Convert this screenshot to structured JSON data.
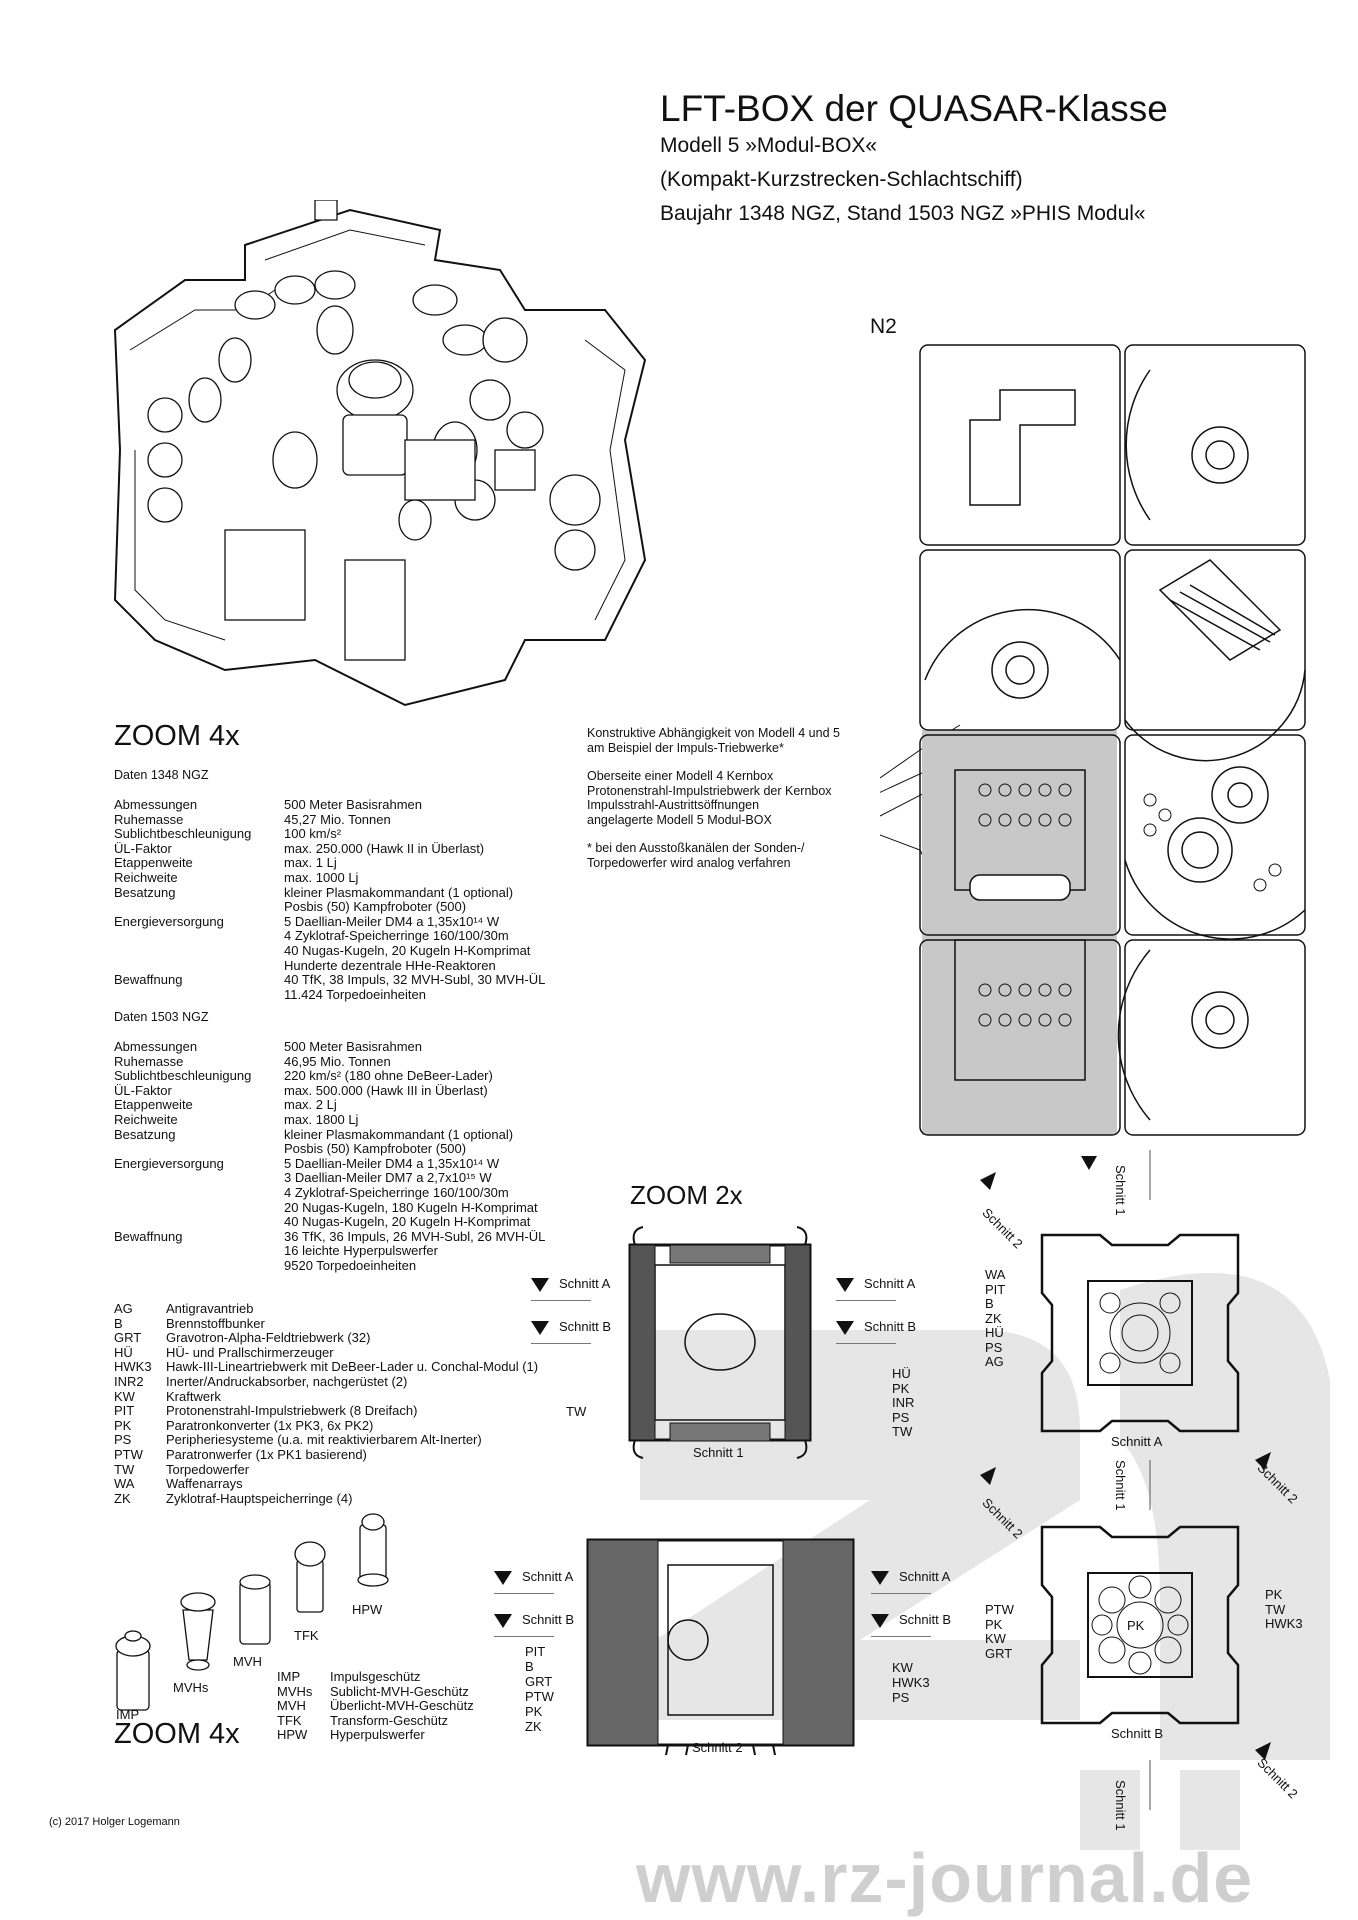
{
  "header": {
    "title": "LFT-BOX der QUASAR-Klasse",
    "subtitle_lines": [
      "Modell 5 »Modul-BOX«",
      "(Kompakt-Kurzstrecken-Schlachtschiff)",
      "Baujahr 1348 NGZ, Stand 1503 NGZ »PHIS Modul«"
    ]
  },
  "zoom_labels": {
    "iso": "ZOOM 4x",
    "weapons": "ZOOM 4x",
    "sections": "ZOOM 2x"
  },
  "plan_label": "N2",
  "data_1348": {
    "heading": "Daten 1348 NGZ",
    "rows": [
      {
        "label": "Abmessungen",
        "value": "500 Meter Basisrahmen"
      },
      {
        "label": "Ruhemasse",
        "value": "45,27 Mio. Tonnen"
      },
      {
        "label": "Sublichtbeschleunigung",
        "value": "100 km/s²"
      },
      {
        "label": "ÜL-Faktor",
        "value": "max. 250.000 (Hawk II in Überlast)"
      },
      {
        "label": "Etappenweite",
        "value": "max. 1 Lj"
      },
      {
        "label": "Reichweite",
        "value": "max. 1000 Lj"
      },
      {
        "label": "Besatzung",
        "value": "kleiner Plasmakommandant (1 optional)"
      },
      {
        "label": "",
        "value": "Posbis (50) Kampfroboter (500)"
      },
      {
        "label": "Energieversorgung",
        "value": "5 Daellian-Meiler DM4 a 1,35x10¹⁴ W"
      },
      {
        "label": "",
        "value": "4 Zyklotraf-Speicherringe 160/100/30m"
      },
      {
        "label": "",
        "value": "40 Nugas-Kugeln, 20 Kugeln H-Komprimat"
      },
      {
        "label": "",
        "value": "Hunderte dezentrale HHe-Reaktoren"
      },
      {
        "label": "Bewaffnung",
        "value": "40 TfK, 38 Impuls, 32 MVH-Subl, 30 MVH-ÜL"
      },
      {
        "label": "",
        "value": "11.424 Torpedoeinheiten"
      }
    ]
  },
  "data_1503": {
    "heading": "Daten 1503 NGZ",
    "rows": [
      {
        "label": "Abmessungen",
        "value": "500 Meter Basisrahmen"
      },
      {
        "label": "Ruhemasse",
        "value": "46,95 Mio. Tonnen"
      },
      {
        "label": "Sublichtbeschleunigung",
        "value": "220 km/s² (180 ohne DeBeer-Lader)"
      },
      {
        "label": "ÜL-Faktor",
        "value": "max. 500.000 (Hawk III in Überlast)"
      },
      {
        "label": "Etappenweite",
        "value": "max. 2 Lj"
      },
      {
        "label": "Reichweite",
        "value": "max. 1800 Lj"
      },
      {
        "label": "Besatzung",
        "value": "kleiner Plasmakommandant (1 optional)"
      },
      {
        "label": "",
        "value": "Posbis (50) Kampfroboter (500)"
      },
      {
        "label": "Energieversorgung",
        "value": "5 Daellian-Meiler DM4 a 1,35x10¹⁴ W"
      },
      {
        "label": "",
        "value": "3 Daellian-Meiler DM7 a 2,7x10¹⁵ W"
      },
      {
        "label": "",
        "value": "4 Zyklotraf-Speicherringe 160/100/30m"
      },
      {
        "label": "",
        "value": "20 Nugas-Kugeln, 180 Kugeln H-Komprimat"
      },
      {
        "label": "",
        "value": "40 Nugas-Kugeln, 20 Kugeln H-Komprimat"
      },
      {
        "label": "Bewaffnung",
        "value": "36 TfK, 36 Impuls, 26 MVH-Subl, 26 MVH-ÜL"
      },
      {
        "label": "",
        "value": "16 leichte Hyperpulswerfer"
      },
      {
        "label": "",
        "value": "9520 Torpedoeinheiten"
      }
    ]
  },
  "legend": [
    {
      "ab": "AG",
      "desc": "Antigravantrieb"
    },
    {
      "ab": "B",
      "desc": "Brennstoffbunker"
    },
    {
      "ab": "GRT",
      "desc": "Gravotron-Alpha-Feldtriebwerk (32)"
    },
    {
      "ab": "HÜ",
      "desc": "HÜ- und Prallschirmerzeuger"
    },
    {
      "ab": "HWK3",
      "desc": "Hawk-III-Lineartriebwerk mit DeBeer-Lader u. Conchal-Modul (1)"
    },
    {
      "ab": "INR2",
      "desc": "Inerter/Andruckabsorber, nachgerüstet (2)"
    },
    {
      "ab": "KW",
      "desc": "Kraftwerk"
    },
    {
      "ab": "PIT",
      "desc": "Protonenstrahl-Impulstriebwerk (8 Dreifach)"
    },
    {
      "ab": "PK",
      "desc": "Paratronkonverter (1x PK3, 6x PK2)"
    },
    {
      "ab": "PS",
      "desc": "Peripheriesysteme (u.a. mit reaktivierbarem Alt-Inerter)"
    },
    {
      "ab": "PTW",
      "desc": "Paratronwerfer (1x PK1 basierend)"
    },
    {
      "ab": "TW",
      "desc": "Torpedowerfer"
    },
    {
      "ab": "WA",
      "desc": "Waffenarrays"
    },
    {
      "ab": "ZK",
      "desc": "Zyklotraf-Hauptspeicherringe (4)"
    }
  ],
  "weapons": {
    "names": [
      "IMP",
      "MVHs",
      "MVH",
      "TFK",
      "HPW"
    ],
    "legend": [
      {
        "ab": "IMP",
        "desc": "Impulsgeschütz"
      },
      {
        "ab": "MVHs",
        "desc": "Sublicht-MVH-Geschütz"
      },
      {
        "ab": "MVH",
        "desc": "Überlicht-MVH-Geschütz"
      },
      {
        "ab": "TFK",
        "desc": "Transform-Geschütz"
      },
      {
        "ab": "HPW",
        "desc": "Hyperpulswerfer"
      }
    ]
  },
  "annotation": {
    "intro": [
      "Konstruktive Abhängigkeit von Modell 4 und 5",
      "am Beispiel der Impuls-Triebwerke*"
    ],
    "items": [
      "Oberseite einer Modell 4 Kernbox",
      "Protonenstrahl-Impulstriebwerk der Kernbox",
      "Impulsstrahl-Austrittsöffnungen",
      "angelagerte Modell 5 Modul-BOX"
    ],
    "footnote": [
      "* bei den Ausstoßkanälen der Sonden-/",
      "Torpedowerfer wird analog verfahren"
    ]
  },
  "sections": {
    "schnitt_a": "Schnitt A",
    "schnitt_b": "Schnitt B",
    "schnitt_1": "Schnitt 1",
    "schnitt_2": "Schnitt 2",
    "view1_right_labels": [
      "HÜ",
      "PK",
      "INR",
      "PS",
      "TW"
    ],
    "view1_left_label": "TW",
    "view2_left_labels": [
      "PIT",
      "B",
      "GRT",
      "PTW",
      "PK",
      "ZK"
    ],
    "view2_right_labels": [
      "KW",
      "HWK3",
      "PS"
    ],
    "secA_labels": [
      "WA",
      "PIT",
      "B",
      "ZK",
      "HÜ",
      "PS",
      "AG"
    ],
    "secB_left_labels": [
      "PTW",
      "PK",
      "KW",
      "GRT"
    ],
    "secB_right_labels": [
      "PK",
      "TW",
      "HWK3"
    ],
    "secB_center": "PK"
  },
  "footer": {
    "copyright": "(c) 2017 Holger Logemann",
    "watermark": "www.rz-journal.de"
  },
  "colors": {
    "ink": "#111111",
    "watermark": "#e3e3e3",
    "shade": "#c8c8c8"
  }
}
